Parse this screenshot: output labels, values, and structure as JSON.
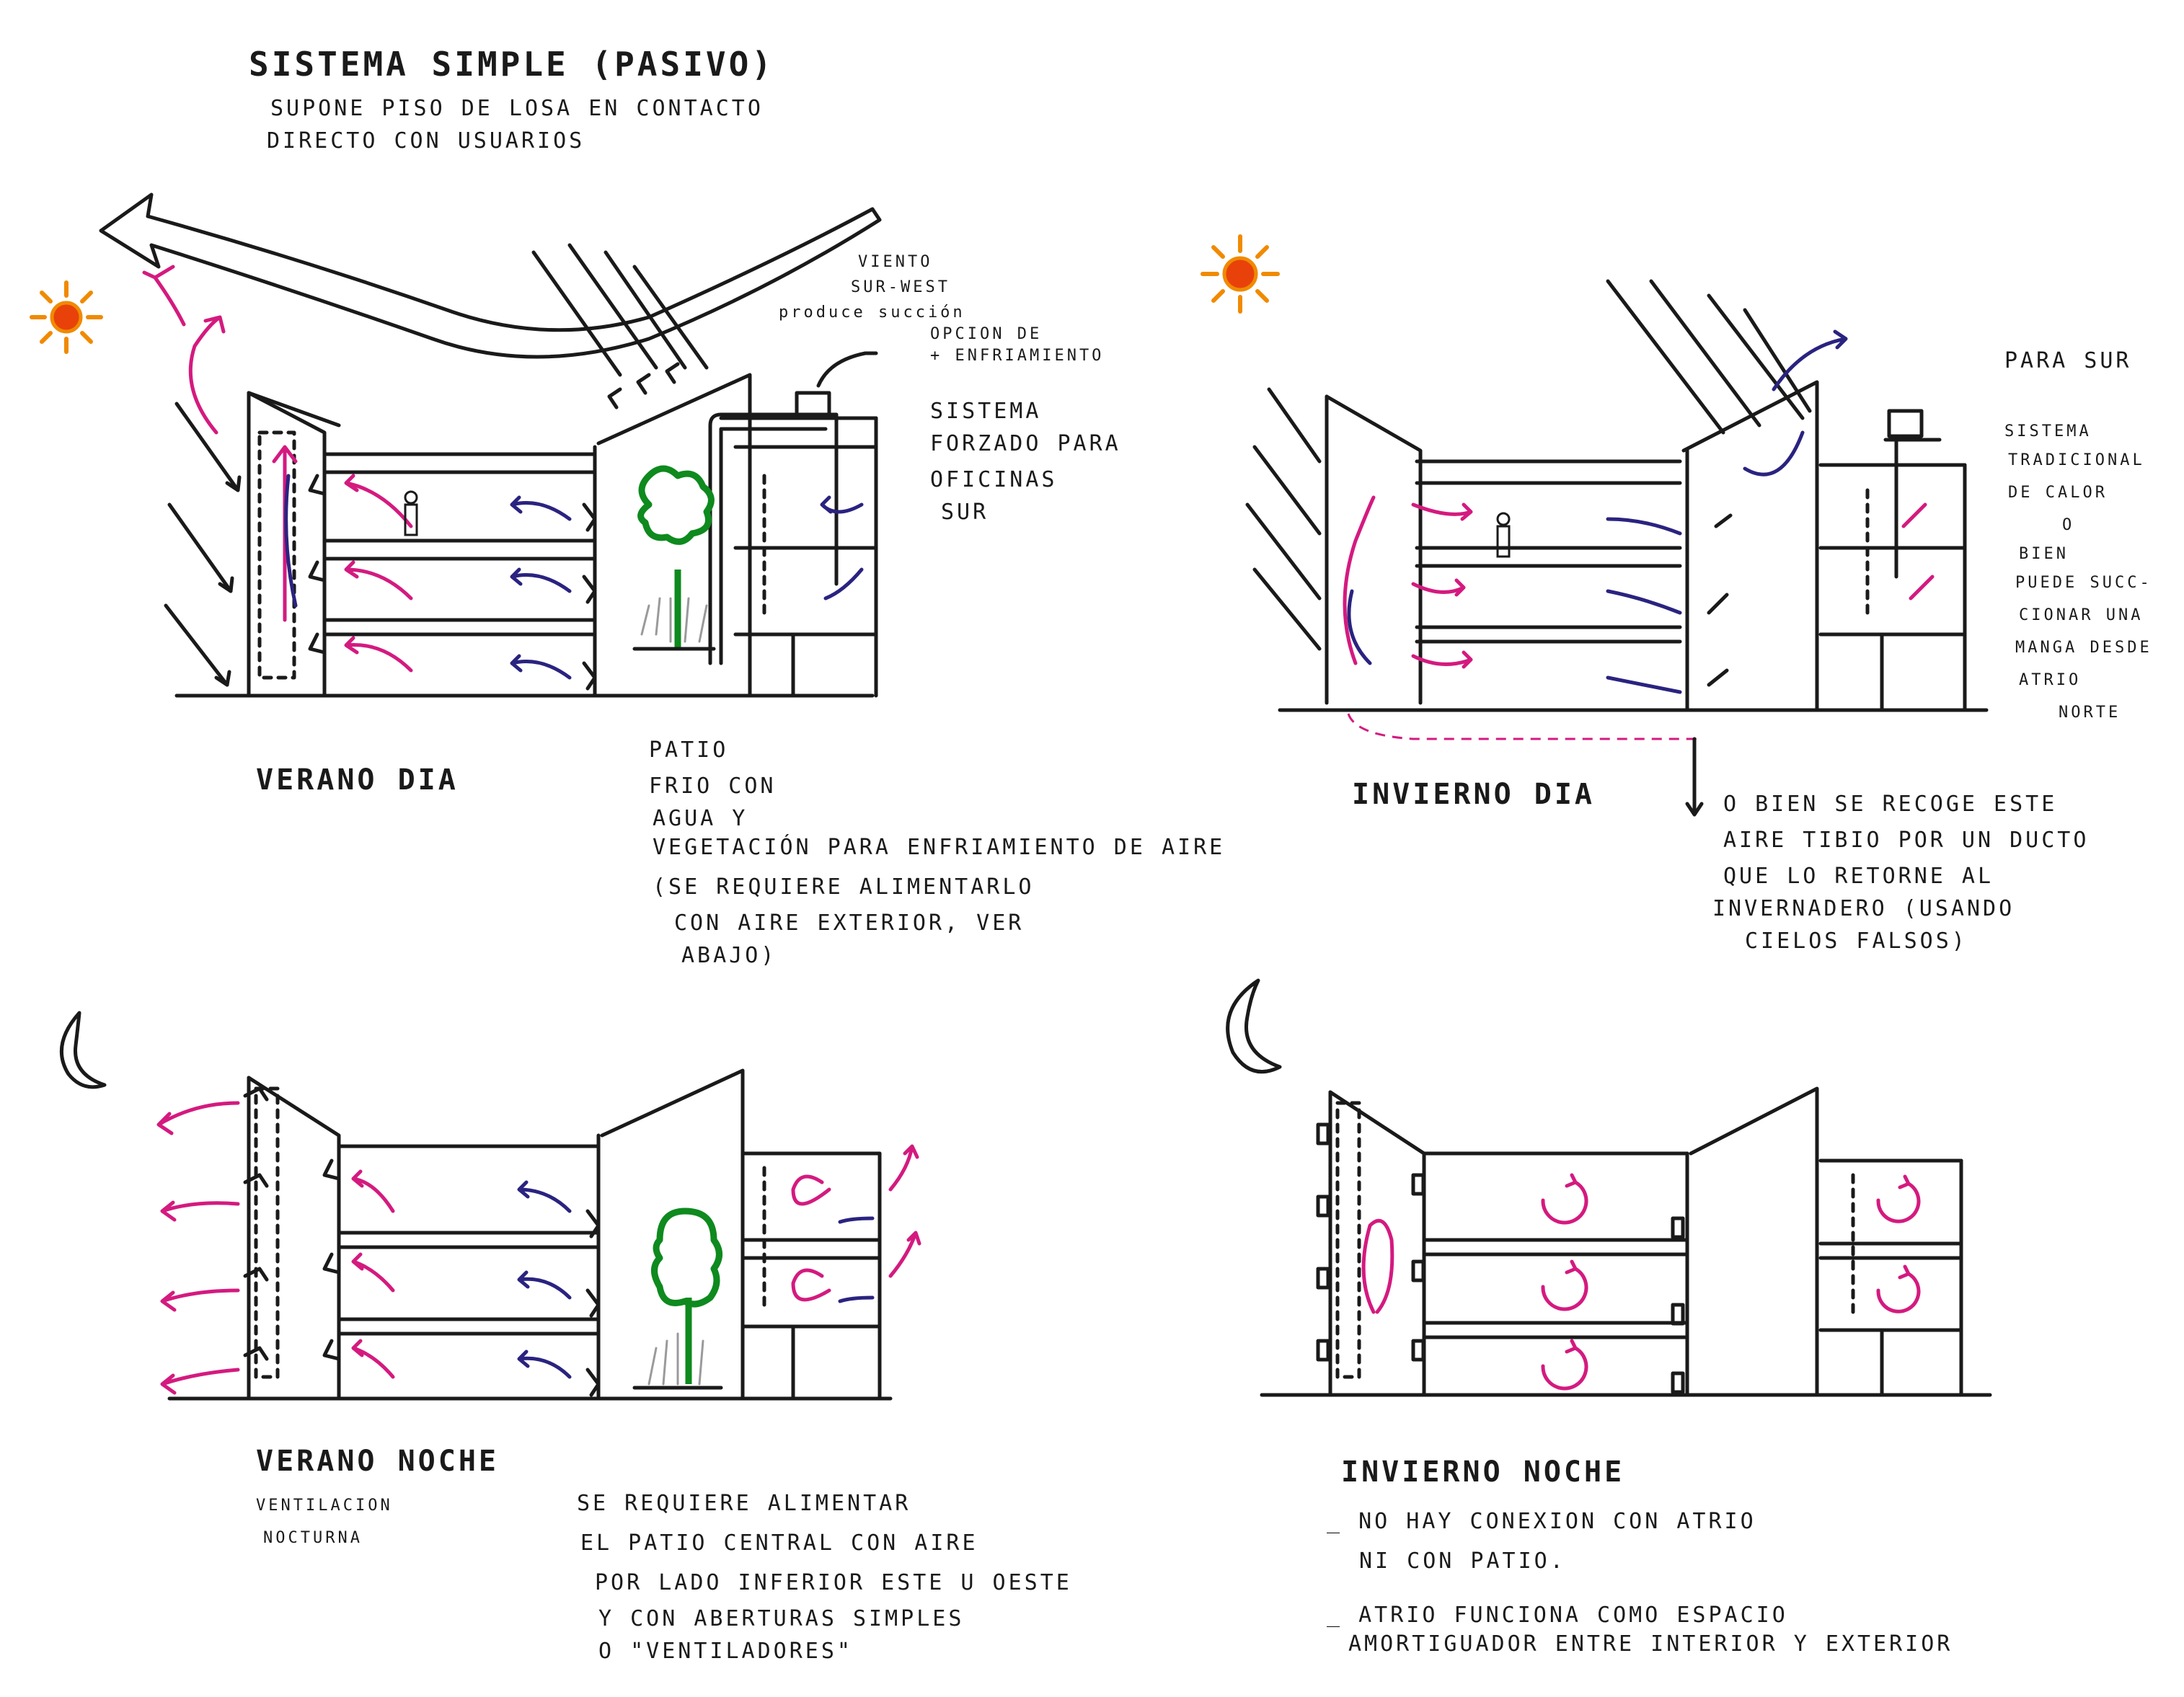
{
  "sheet": {
    "title": "SISTEMA SIMPLE (PASIVO)",
    "subtitle_lines": [
      "SUPONE PISO DE LOSA EN CONTACTO",
      "DIRECTO CON USUARIOS"
    ]
  },
  "panels": {
    "verano_dia": {
      "label": "VERANO DIA",
      "wind_label_lines": [
        "VIENTO",
        "SUR-WEST"
      ],
      "wind_note": "produce succión",
      "option_lines": [
        "OPCION DE",
        "+ ENFRIAMIENTO"
      ],
      "system_lines": [
        "SISTEMA",
        "FORZADO PARA",
        "OFICINAS",
        "SUR"
      ],
      "patio_lines": [
        "PATIO",
        "FRIO CON",
        "AGUA Y",
        "VEGETACIÓN PARA ENFRIAMIENTO DE AIRE",
        "(SE REQUIERE ALIMENTARLO",
        "CON AIRE EXTERIOR, VER",
        "ABAJO)"
      ]
    },
    "invierno_dia": {
      "label": "INVIERNO DIA",
      "side_lines": [
        "PARA SUR",
        "",
        "SISTEMA",
        "TRADICIONAL",
        "DE CALOR",
        "O",
        "BIEN",
        "PUEDE SUCC-",
        "CIONAR UNA",
        "MANGA DESDE",
        "ATRIO",
        "NORTE"
      ],
      "duct_lines": [
        "O BIEN SE RECOGE ESTE",
        "AIRE TIBIO POR UN DUCTO",
        "QUE LO RETORNE AL",
        "INVERNADERO (USANDO",
        "CIELOS FALSOS)"
      ]
    },
    "verano_noche": {
      "label": "VERANO NOCHE",
      "sub_lines": [
        "VENTILACION",
        "NOCTURNA"
      ],
      "note_lines": [
        "SE REQUIERE ALIMENTAR",
        "EL PATIO CENTRAL CON AIRE",
        "POR LADO INFERIOR ESTE U OESTE",
        "Y CON ABERTURAS SIMPLES",
        "O \"VENTILADORES\""
      ]
    },
    "invierno_noche": {
      "label": "INVIERNO NOCHE",
      "note_lines": [
        "_ NO HAY CONEXION CON ATRIO",
        "NI CON PATIO.",
        "_ ATRIO FUNCIONA COMO ESPACIO",
        "AMORTIGUADOR ENTRE INTERIOR Y EXTERIOR"
      ]
    }
  },
  "icons": [
    "sun-icon",
    "moon-icon"
  ],
  "colors": {
    "ink": "#1a1a1a",
    "warm_air": "#d41a7f",
    "cool_air": "#2a2380",
    "vegetation": "#0e8a1e",
    "sun": "#f08a00",
    "sun_core": "#e8420a"
  }
}
